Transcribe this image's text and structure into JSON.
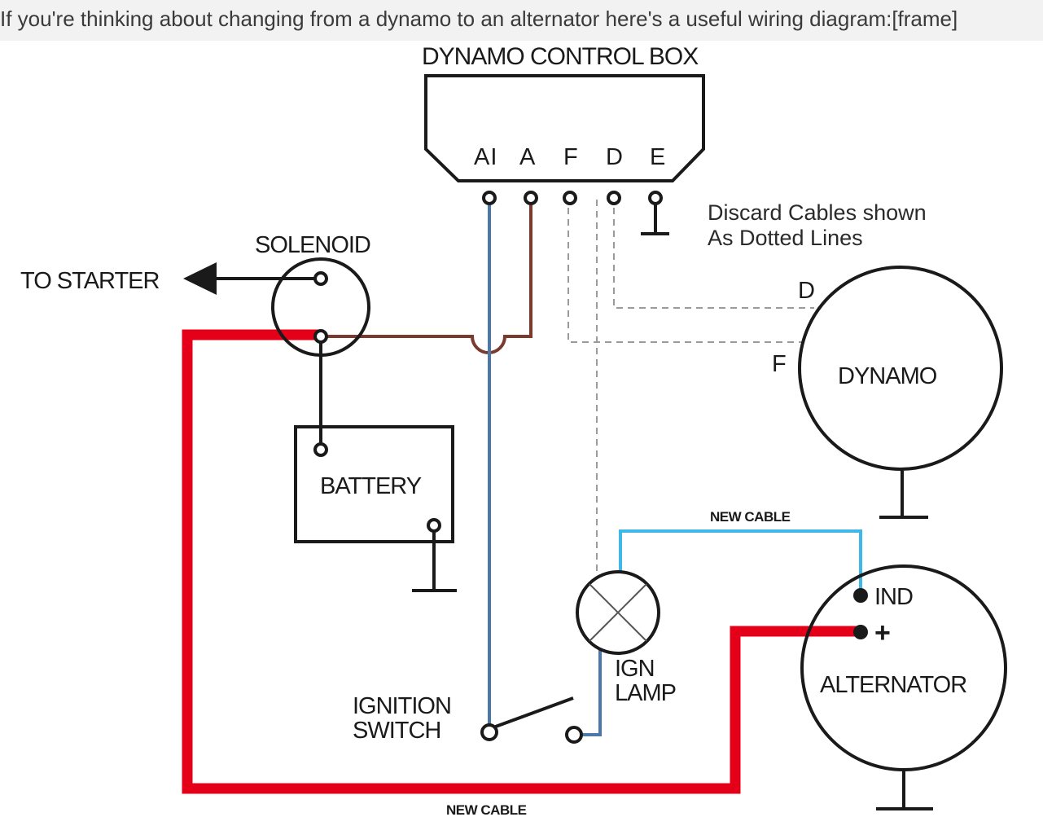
{
  "caption": {
    "text": "If you're thinking about changing from a dynamo to an alternator here's a useful wiring diagram:[frame]"
  },
  "diagram": {
    "control_box": {
      "title": "DYNAMO CONTROL BOX",
      "terminals": [
        "AI",
        "A",
        "F",
        "D",
        "E"
      ]
    },
    "note": {
      "line1": "Discard Cables shown",
      "line2": "As Dotted Lines"
    },
    "solenoid": {
      "label": "SOLENOID"
    },
    "starter": {
      "label": "TO STARTER"
    },
    "battery": {
      "label": "BATTERY"
    },
    "dynamo": {
      "label": "DYNAMO",
      "terminal_d": "D",
      "terminal_f": "F"
    },
    "alternator": {
      "label": "ALTERNATOR",
      "terminal_ind": "IND",
      "terminal_plus": "+"
    },
    "ign_lamp": {
      "line1": "IGN",
      "line2": "LAMP"
    },
    "ignition_switch": {
      "line1": "IGNITION",
      "line2": "SWITCH"
    },
    "new_cable_top": "NEW CABLE",
    "new_cable_bottom": "NEW CABLE",
    "colors": {
      "thick_red": "#e5001a",
      "blue_wire": "#4a78a8",
      "brown_wire": "#7a3b2e",
      "cyan_wire": "#3fb8e8",
      "dashed_wire": "#9a9a9a",
      "outline": "#1a1a1a"
    }
  }
}
